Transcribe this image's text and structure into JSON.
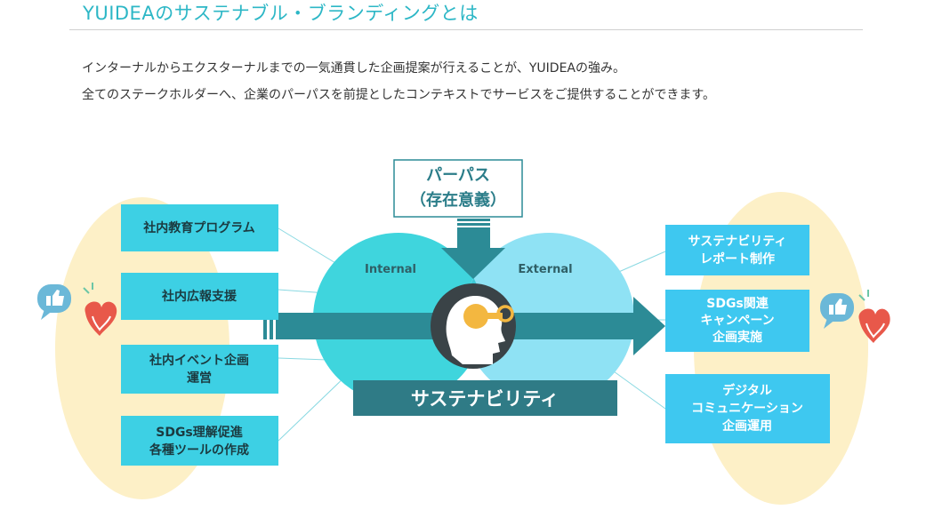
{
  "page": {
    "title": "YUIDEAのサステナブル・ブランディングとは",
    "intro_lines": [
      "インターナルからエクスターナルまでの一気通貫した企画提案が行えることが、YUIDEAの強み。",
      "全てのステークホルダーへ、企業のパーパスを前提としたコンテキストでサービスをご提供することができます。"
    ]
  },
  "diagram": {
    "purpose_box": {
      "lines": [
        "パーパス",
        "（存在意義）"
      ]
    },
    "internal_label": "Internal",
    "external_label": "External",
    "center_banner": "サステナビリティ",
    "internal_items": [
      {
        "lines": [
          "社内教育プログラム"
        ]
      },
      {
        "lines": [
          "社内広報支援"
        ]
      },
      {
        "lines": [
          "社内イベント企画",
          "運営"
        ]
      },
      {
        "lines": [
          "SDGs理解促進",
          "各種ツールの作成"
        ]
      }
    ],
    "external_items": [
      {
        "lines": [
          "サステナビリティ",
          "レポート制作"
        ]
      },
      {
        "lines": [
          "SDGs関連",
          "キャンペーン",
          "企画実施"
        ]
      },
      {
        "lines": [
          "デジタル",
          "コミュニケーション",
          "企画運用"
        ]
      }
    ],
    "icons": [
      "thumbs-up-icon",
      "heart-icon",
      "head-key-icon"
    ],
    "colors": {
      "accent": "#2db7c6",
      "box": "#3dd0e4",
      "internal_circle": "#3fd5dd",
      "external_circle": "#8fe2f4",
      "arrow": "#2c8b96",
      "banner": "#2f7b86",
      "blob": "#fdf0c7"
    }
  }
}
